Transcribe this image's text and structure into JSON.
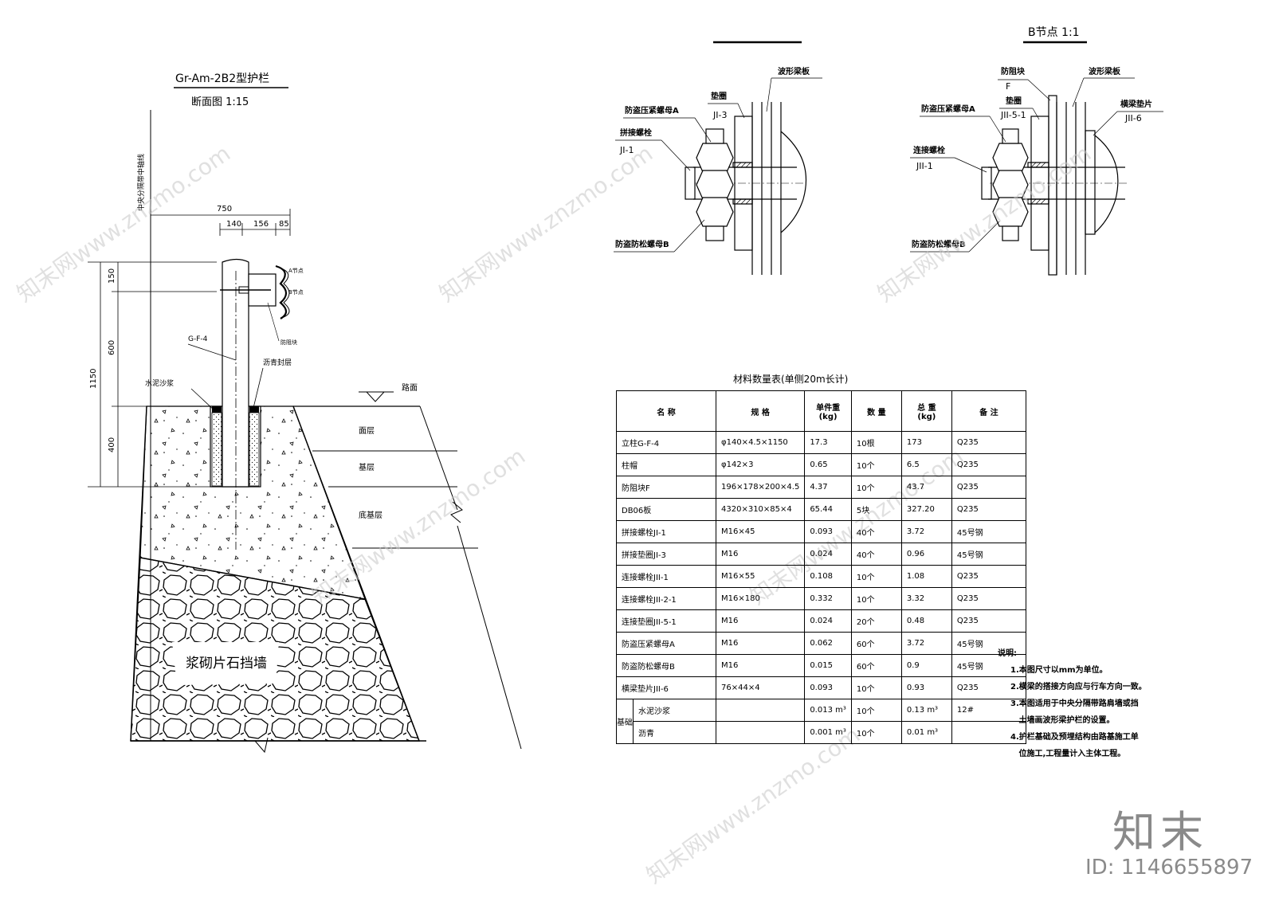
{
  "section": {
    "title": "Gr-Am-2B2型护栏",
    "subtitle": "断面图  1:15",
    "centerline_label": "中央分隔带中轴线",
    "dims_top": [
      "750",
      "140",
      "156",
      "85"
    ],
    "dims_left": [
      "150",
      "600",
      "400",
      "1150"
    ],
    "labels": {
      "post": "G-F-4",
      "mortar": "水泥沙浆",
      "asphalt_seal": "沥青封层",
      "road_surface": "路面",
      "surface_layer": "面层",
      "base_layer": "基层",
      "subbase_layer": "底基层",
      "retaining_wall": "浆砌片石挡墙",
      "node_a": "A节点",
      "node_b": "B节点",
      "block": "防阻块"
    }
  },
  "detail_a": {
    "labels": {
      "beam": "波形梁板",
      "washer": "垫圈",
      "washer_code": "JI-3",
      "nut_a": "防盗压紧螺母A",
      "bolt": "拼接螺栓",
      "bolt_code": "JI-1",
      "nut_b": "防盗防松螺母B"
    }
  },
  "detail_b": {
    "title": "B节点 1:1",
    "labels": {
      "block": "防阻块",
      "block_code": "F",
      "beam": "波形梁板",
      "nut_a": "防盗压紧螺母A",
      "washer": "垫圈",
      "washer_code": "JII-5-1",
      "beam_pad": "横梁垫片",
      "beam_pad_code": "JII-6",
      "bolt": "连接螺栓",
      "bolt_code": "JII-1",
      "nut_b": "防盗防松螺母B"
    }
  },
  "materials": {
    "title": "材料数量表(单侧20m长计)",
    "headers": [
      "名 称",
      "规 格",
      "单件重\n(kg)",
      "数 量",
      "总 重\n(kg)",
      "备 注"
    ],
    "rows": [
      [
        "立柱G-F-4",
        "φ140×4.5×1150",
        "17.3",
        "10根",
        "173",
        "Q235"
      ],
      [
        "柱帽",
        "φ142×3",
        "0.65",
        "10个",
        "6.5",
        "Q235"
      ],
      [
        "防阻块F",
        "196×178×200×4.5",
        "4.37",
        "10个",
        "43.7",
        "Q235"
      ],
      [
        "DB06板",
        "4320×310×85×4",
        "65.44",
        "5块",
        "327.20",
        "Q235"
      ],
      [
        "拼接螺栓JI-1",
        "M16×45",
        "0.093",
        "40个",
        "3.72",
        "45号钢"
      ],
      [
        "拼接垫圈JI-3",
        "M16",
        "0.024",
        "40个",
        "0.96",
        "45号钢"
      ],
      [
        "连接螺栓JII-1",
        "M16×55",
        "0.108",
        "10个",
        "1.08",
        "Q235"
      ],
      [
        "连接螺栓JII-2-1",
        "M16×180",
        "0.332",
        "10个",
        "3.32",
        "Q235"
      ],
      [
        "连接垫圈JII-5-1",
        "M16",
        "0.024",
        "20个",
        "0.48",
        "Q235"
      ],
      [
        "防盗压紧螺母A",
        "M16",
        "0.062",
        "60个",
        "3.72",
        "45号钢"
      ],
      [
        "防盗防松螺母B",
        "M16",
        "0.015",
        "60个",
        "0.9",
        "45号钢"
      ],
      [
        "横梁垫片JII-6",
        "76×44×4",
        "0.093",
        "10个",
        "0.93",
        "Q235"
      ]
    ],
    "foundation_label": "基础",
    "foundation_rows": [
      [
        "水泥沙浆",
        "",
        "0.013 m³",
        "10个",
        "0.13 m³",
        "12#"
      ],
      [
        "沥青",
        "",
        "0.001 m³",
        "10个",
        "0.01 m³",
        ""
      ]
    ]
  },
  "notes": {
    "heading": "说明:",
    "items": [
      "1.本图尺寸以mm为单位。",
      "2.横梁的搭接方向应与行车方向一致。",
      "3.本图适用于中央分隔带路肩墙或挡",
      "   土墙画波形梁护栏的设置。",
      "4.护栏基础及预埋结构由路基施工单",
      "   位施工,工程量计入主体工程。"
    ]
  },
  "watermark": {
    "site": "知末网www.znzmo.com",
    "brand": "知末",
    "id": "ID: 1146655897"
  }
}
